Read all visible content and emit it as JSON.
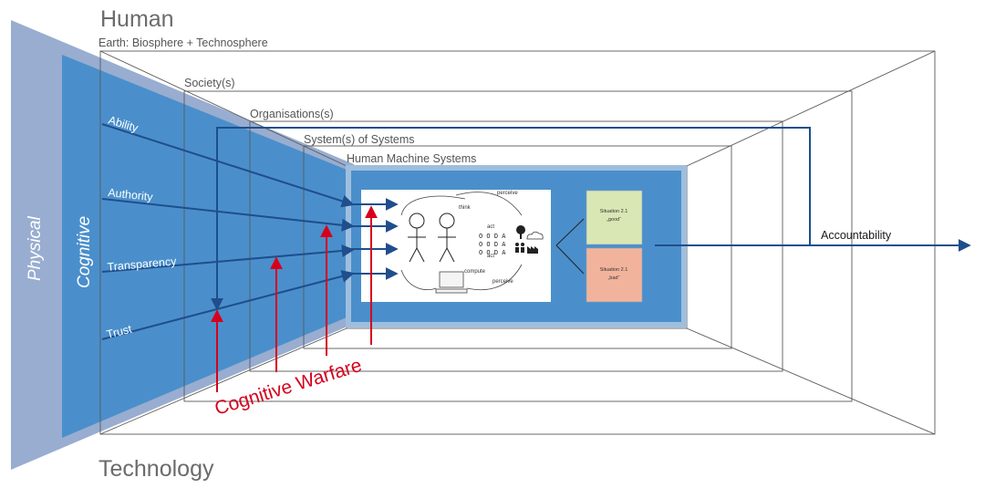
{
  "labels": {
    "human": "Human",
    "technology": "Technology",
    "physical": "Physical",
    "cognitive": "Cognitive",
    "earth": "Earth: Biosphere + Technosphere",
    "society": "Society(s)",
    "organisations": "Organisations(s)",
    "systems_of_systems": "System(s) of Systems",
    "human_machine_systems": "Human Machine Systems",
    "accountability": "Accountability",
    "cognitive_warfare": "Cognitive Warfare"
  },
  "factors": [
    "Ability",
    "Authority",
    "Transparency",
    "Trust"
  ],
  "loop": {
    "think": "think",
    "perceive_top": "perceive",
    "act_top": "act",
    "act_bottom": "act",
    "compute": "compute",
    "perceive_bottom": "perceive",
    "ooda_rows": [
      "O O D A",
      "O O D A",
      "O O D A"
    ]
  },
  "situations": [
    {
      "title": "Situation 2.1",
      "value": "„good“",
      "color": "#d9e7b4"
    },
    {
      "title": "Situation 2.1",
      "value": "„bad“",
      "color": "#f2b39c"
    }
  ],
  "colors": {
    "physical": "#98add0",
    "cognitive": "#4a8fcb",
    "panel_border": "#9fbede",
    "arrow_blue": "#1f4e8c",
    "warfare_red": "#d6001c"
  }
}
